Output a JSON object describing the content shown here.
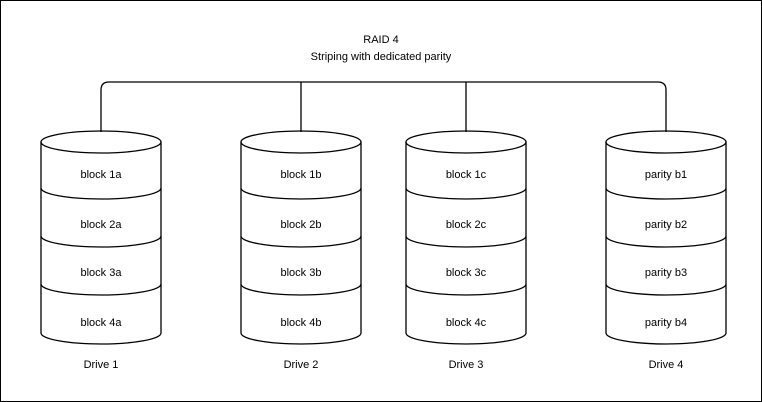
{
  "diagram": {
    "title": "RAID 4",
    "subtitle": "Striping with dedicated parity"
  },
  "drives": [
    {
      "label": "Drive 1",
      "blocks": [
        "block 1a",
        "block 2a",
        "block 3a",
        "block 4a"
      ]
    },
    {
      "label": "Drive 2",
      "blocks": [
        "block 1b",
        "block 2b",
        "block 3b",
        "block 4b"
      ]
    },
    {
      "label": "Drive 3",
      "blocks": [
        "block 1c",
        "block 2c",
        "block 3c",
        "block 4c"
      ]
    },
    {
      "label": "Drive 4",
      "blocks": [
        "parity b1",
        "parity b2",
        "parity b3",
        "parity b4"
      ]
    }
  ],
  "colors": {
    "stroke": "#000000",
    "text": "#000000",
    "background": "#ffffff"
  }
}
